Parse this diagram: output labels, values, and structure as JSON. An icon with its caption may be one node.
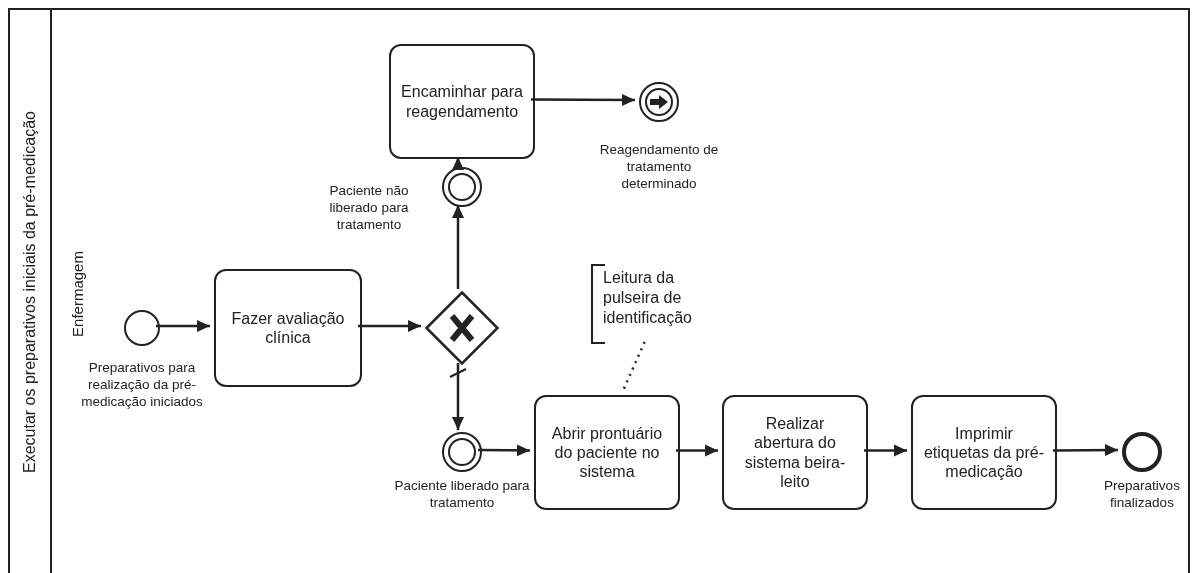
{
  "diagram": {
    "nodes": [
      {
        "text": [
          "Executar os preparativos iniciais da pré-medicação"
        ]
      },
      {
        "text": [
          "Enfermagem"
        ],
        "in": 0
      },
      {
        "text": [],
        "shape": "circle",
        "in": 1,
        "beside": [
          "Preparativos para realização da pré-medicação iniciados"
        ]
      },
      {
        "text": [
          "Fazer avaliação clínica"
        ],
        "in": 1
      },
      {
        "text": [],
        "shape": "diamond",
        "in": 1
      },
      {
        "text": [],
        "shape": "circle",
        "in": 1,
        "beside": [
          "Paciente não liberado para tratamento"
        ]
      },
      {
        "text": [
          "Encaminhar para reagendamento"
        ],
        "in": 1
      },
      {
        "text": [],
        "shape": "circle",
        "in": 1,
        "beside": [
          "Reagendamento de tratamento determinado"
        ]
      },
      {
        "text": [],
        "shape": "circle",
        "in": 1,
        "beside": [
          "Paciente liberado para tratamento"
        ]
      },
      {
        "text": [
          "Leitura da pulseira de identificação"
        ],
        "in": 1
      },
      {
        "text": [
          "Abrir prontuário do paciente no sistema"
        ],
        "in": 1
      },
      {
        "text": [
          "Realizar abertura do sistema beira-leito"
        ],
        "in": 1
      },
      {
        "text": [
          "Imprimir etiquetas da pré-medicação"
        ],
        "in": 1
      },
      {
        "text": [],
        "shape": "circle",
        "in": 1,
        "beside": [
          "Preparativos finalizados"
        ]
      }
    ],
    "edges": [
      {
        "from": 2,
        "to": 3,
        "arrow": "to"
      },
      {
        "from": 3,
        "to": 4,
        "arrow": "to"
      },
      {
        "from": 4,
        "to": 5,
        "arrow": "to"
      },
      {
        "from": 5,
        "to": 6,
        "arrow": "to"
      },
      {
        "from": 6,
        "to": 7,
        "arrow": "to"
      },
      {
        "from": 4,
        "to": 8,
        "arrow": "to"
      },
      {
        "from": 8,
        "to": 10,
        "arrow": "to"
      },
      {
        "from": 9,
        "to": 10,
        "arrow": "none",
        "style": "dashed"
      },
      {
        "from": 10,
        "to": 11,
        "arrow": "to"
      },
      {
        "from": 11,
        "to": 12,
        "arrow": "to"
      },
      {
        "from": 12,
        "to": 13,
        "arrow": "to"
      }
    ]
  }
}
